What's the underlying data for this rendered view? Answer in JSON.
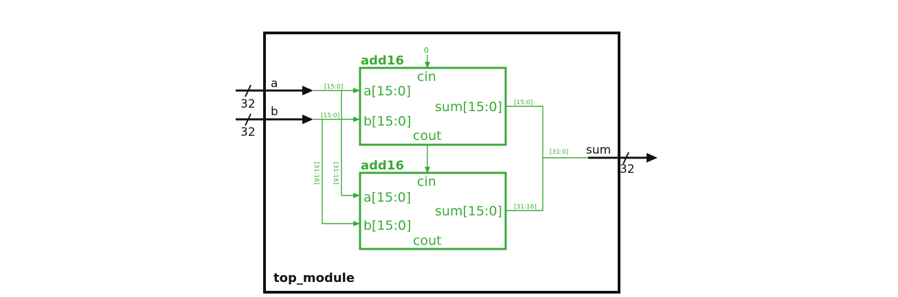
{
  "colors": {
    "wire": "#3aa935",
    "block": "#3aa935",
    "outline": "#111111"
  },
  "module": {
    "name": "top_module"
  },
  "ports": {
    "a": {
      "name": "a",
      "width": "32"
    },
    "b": {
      "name": "b",
      "width": "32"
    },
    "sum": {
      "name": "sum",
      "width": "32"
    }
  },
  "instances": [
    {
      "type": "add16",
      "pins": {
        "cin": "cin",
        "a": "a[15:0]",
        "b": "b[15:0]",
        "sum": "sum[15:0]",
        "cout": "cout"
      }
    },
    {
      "type": "add16",
      "pins": {
        "cin": "cin",
        "a": "a[15:0]",
        "b": "b[15:0]",
        "sum": "sum[15:0]",
        "cout": "cout"
      }
    }
  ],
  "constants": {
    "cin0": "0"
  },
  "slices": {
    "a_low": "[15:0]",
    "b_low": "[15:0]",
    "a_high": "[31:16]",
    "b_high": "[31:16]",
    "sum_low": "[15:0]",
    "sum_high": "[31:16]",
    "sum_out": "[31:0]"
  }
}
